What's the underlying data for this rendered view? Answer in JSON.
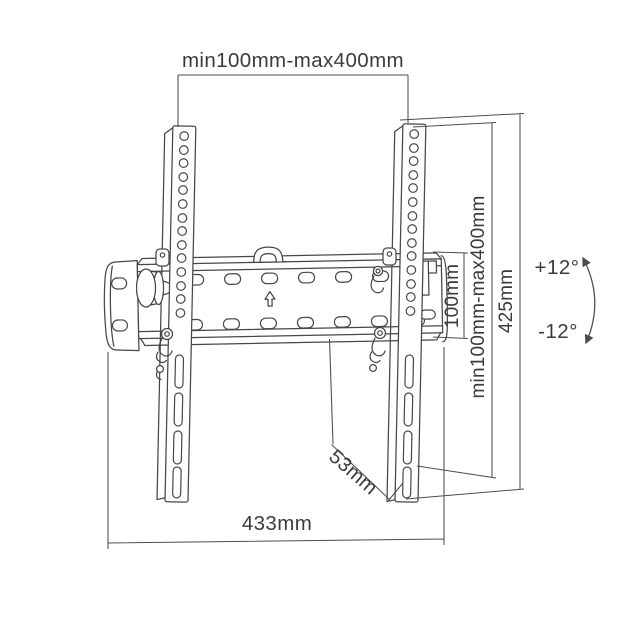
{
  "labels": {
    "vesa_width": "min100mm-max400mm",
    "vesa_height": "min100mm-max400mm",
    "plate_height": "100mm",
    "bracket_height": "425mm",
    "plate_width": "433mm",
    "depth": "53mm",
    "tilt_up": "+12°",
    "tilt_down": "-12°"
  },
  "colors": {
    "line": "#474747",
    "text": "#3b3b3b",
    "background": "#ffffff"
  }
}
